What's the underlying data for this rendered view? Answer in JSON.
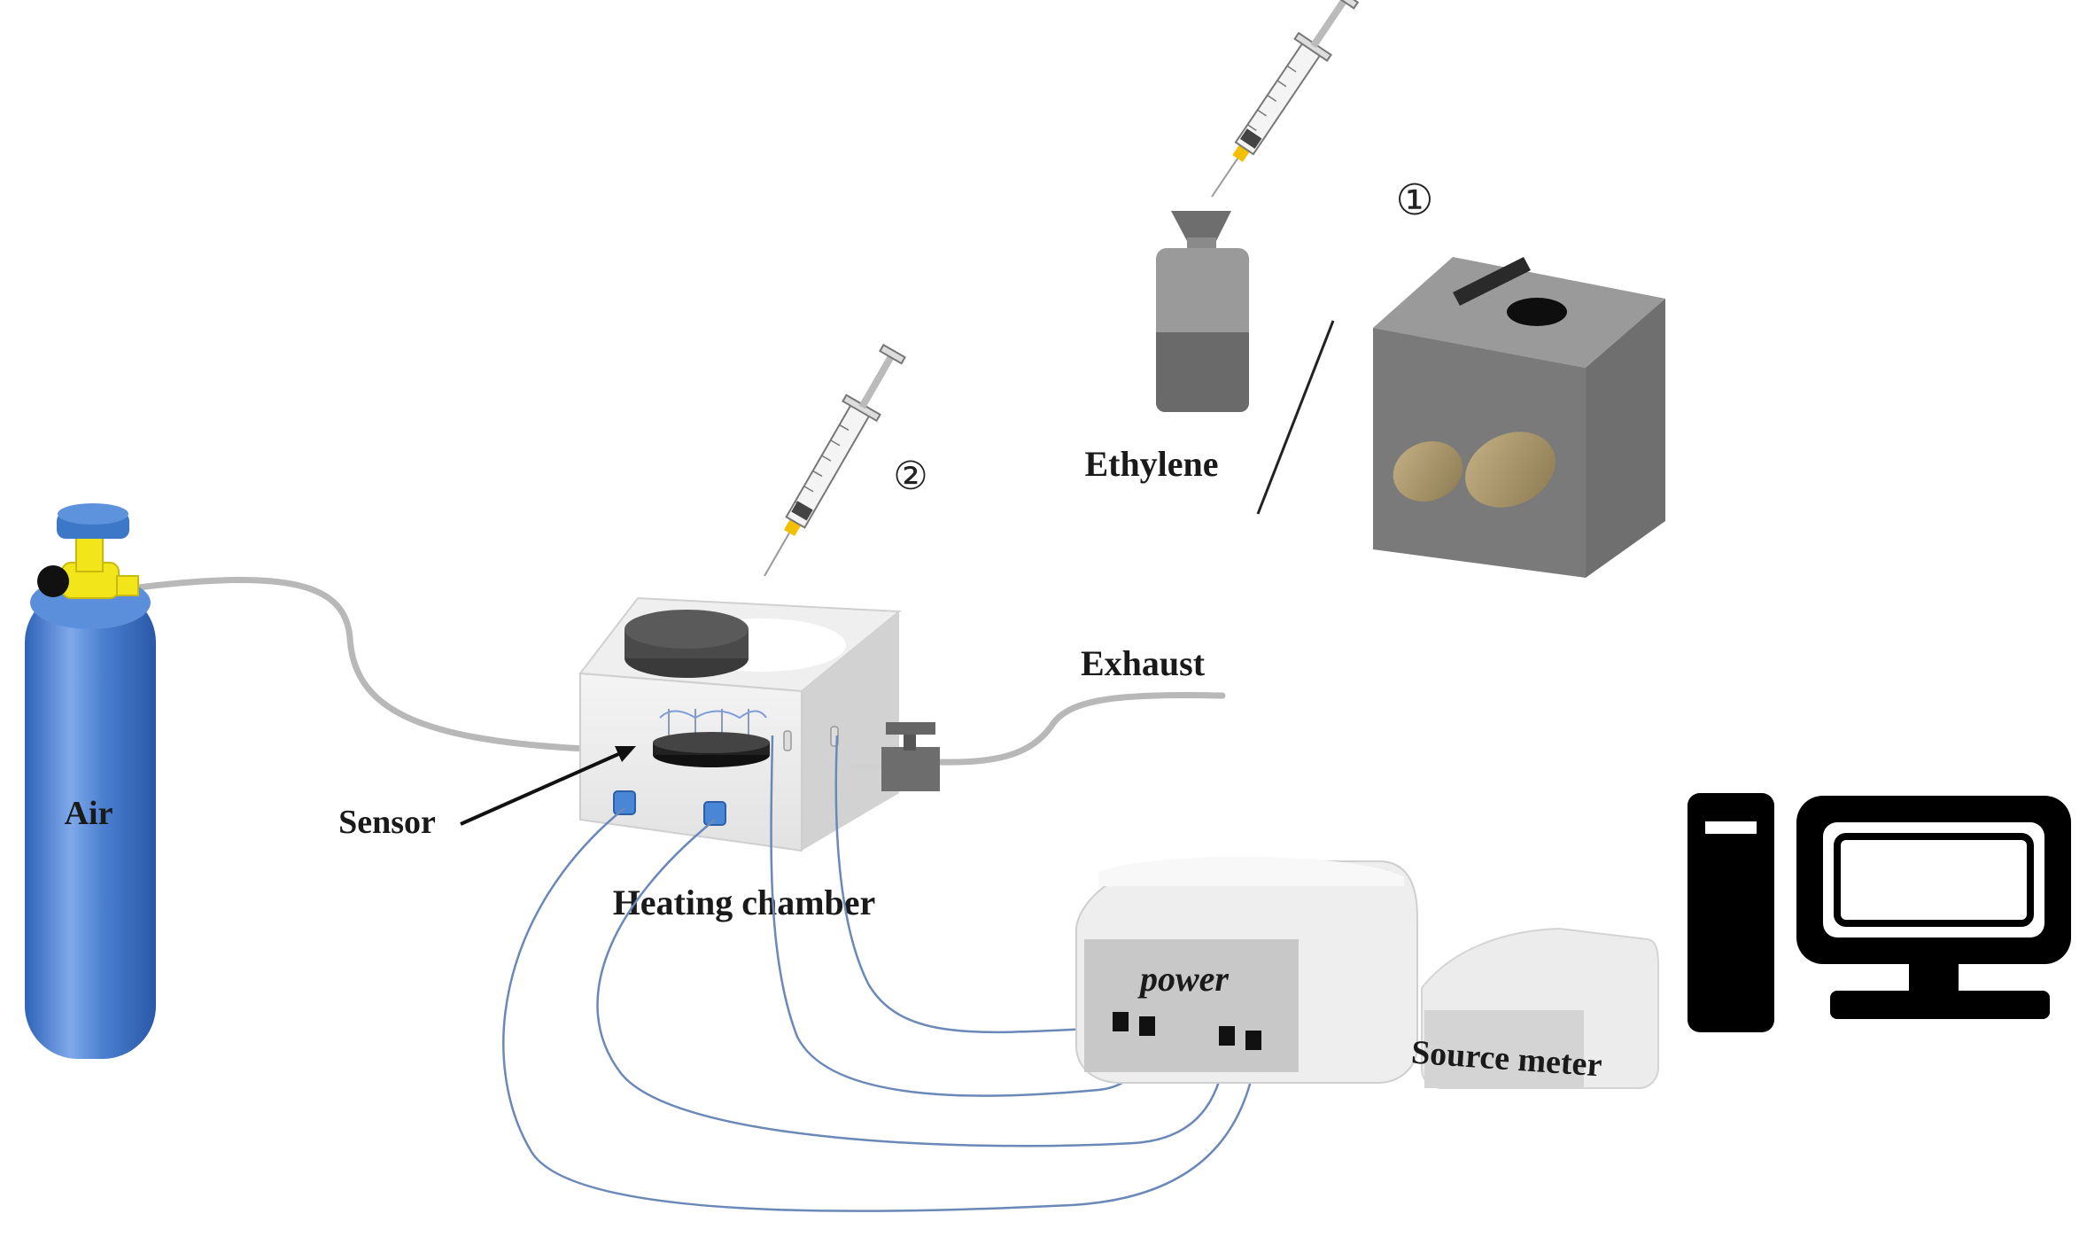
{
  "labels": {
    "air": "Air",
    "sensor": "Sensor",
    "heating_chamber": "Heating chamber",
    "exhaust": "Exhaust",
    "ethylene": "Ethylene",
    "power": "power",
    "source_meter": "Source meter",
    "step_1": "①",
    "step_2": "②"
  },
  "colors": {
    "cylinder_blue": "#4a7fd0",
    "valve_yellow": "#f2e51a",
    "chamber_gray": "#d9d9d9",
    "box_dark_gray": "#7a7a7a",
    "wire_blue": "#6a88b8",
    "tube_gray": "#b8b8b8",
    "fruit": "#a8946a"
  },
  "icons": [
    "gas-cylinder-icon",
    "syringe-icon",
    "bottle-icon",
    "computer-tower-icon",
    "monitor-icon"
  ]
}
